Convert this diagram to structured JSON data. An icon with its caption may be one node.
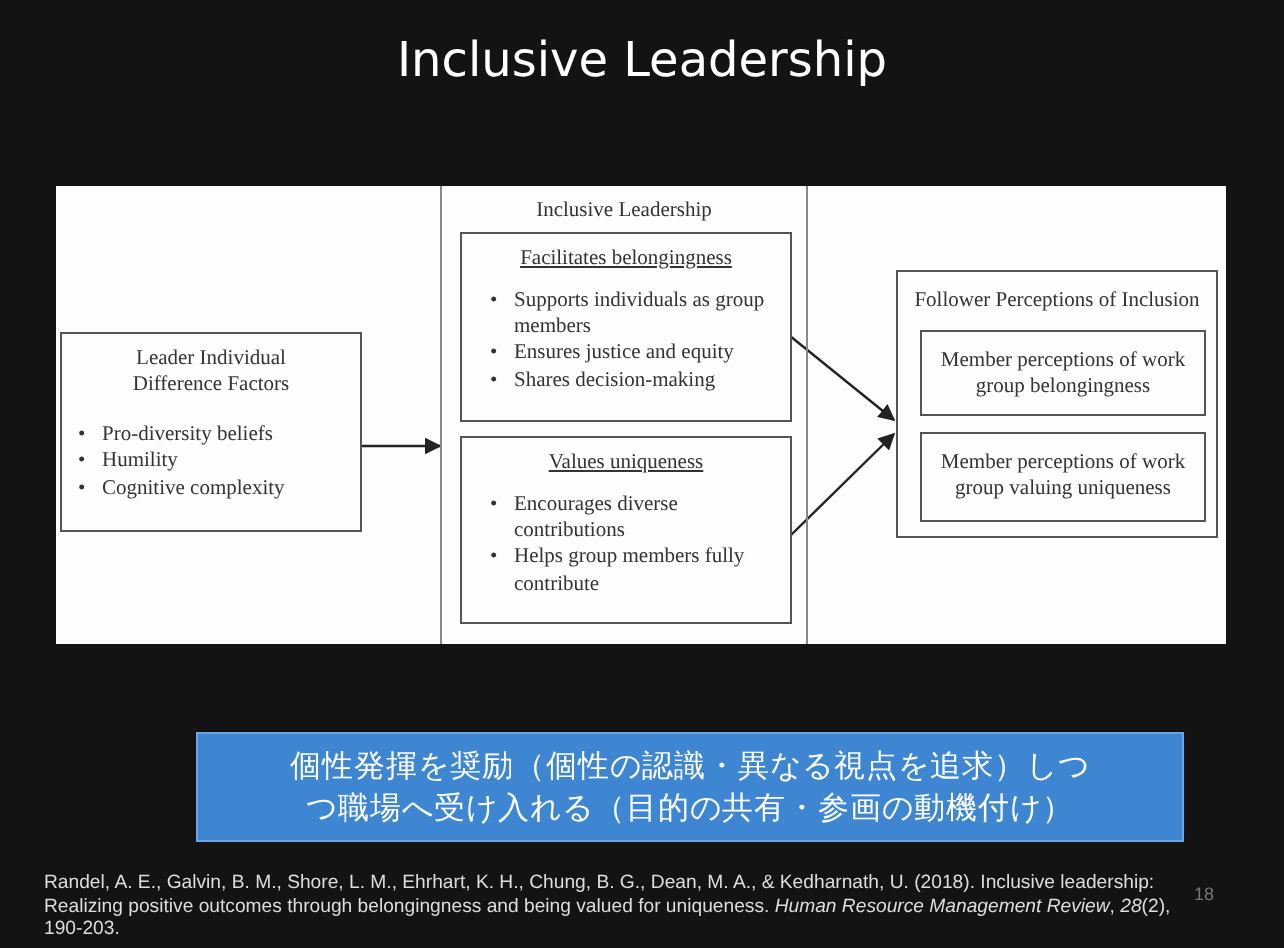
{
  "diagram": {
    "title": "Inclusive Leadership",
    "nodes": [
      {
        "text": [
          "Leader Individual Difference Factors",
          "•",
          "Pro-diversity beliefs",
          "•",
          "Humility",
          "•",
          "Cognitive complexity"
        ]
      },
      {
        "text": [
          "Inclusive Leadership"
        ]
      },
      {
        "text": [
          "Facilitates belongingness",
          "•",
          "Supports individuals as group members",
          "•",
          "Ensures justice and equity",
          "•",
          "Shares decision-making"
        ],
        "in": 1
      },
      {
        "text": [
          "Values uniqueness",
          "•",
          "Encourages diverse contributions",
          "•",
          "Helps group members fully contribute"
        ],
        "in": 1
      },
      {
        "text": [
          "Follower Perceptions of Inclusion"
        ]
      },
      {
        "text": [
          "Member perceptions of work group belongingness"
        ],
        "in": 4
      },
      {
        "text": [
          "Member perceptions of work group valuing uniqueness"
        ],
        "in": 4
      },
      {
        "text": [
          "個性発揮を奨励（個性の認識・異なる視点を追求）しつつ職場へ受け入れる（目的の共有・参画の動機付け）"
        ]
      }
    ],
    "edges": [
      {
        "from": 0,
        "to": 1,
        "arrow": "to"
      },
      {
        "from": 2,
        "to": 4,
        "arrow": "to"
      },
      {
        "from": 3,
        "to": 4,
        "arrow": "to"
      }
    ],
    "labels": [
      "Randel, A. E., Galvin, B. M., Shore, L. M., Ehrhart, K. H., Chung, B. G., Dean, M. A., & Kedharnath, U. (2018). Inclusive leadership: Realizing positive outcomes through belongingness and being valued for uniqueness. *Human Resource Management Review*, *28*(2), 190-203.",
      "18"
    ]
  }
}
